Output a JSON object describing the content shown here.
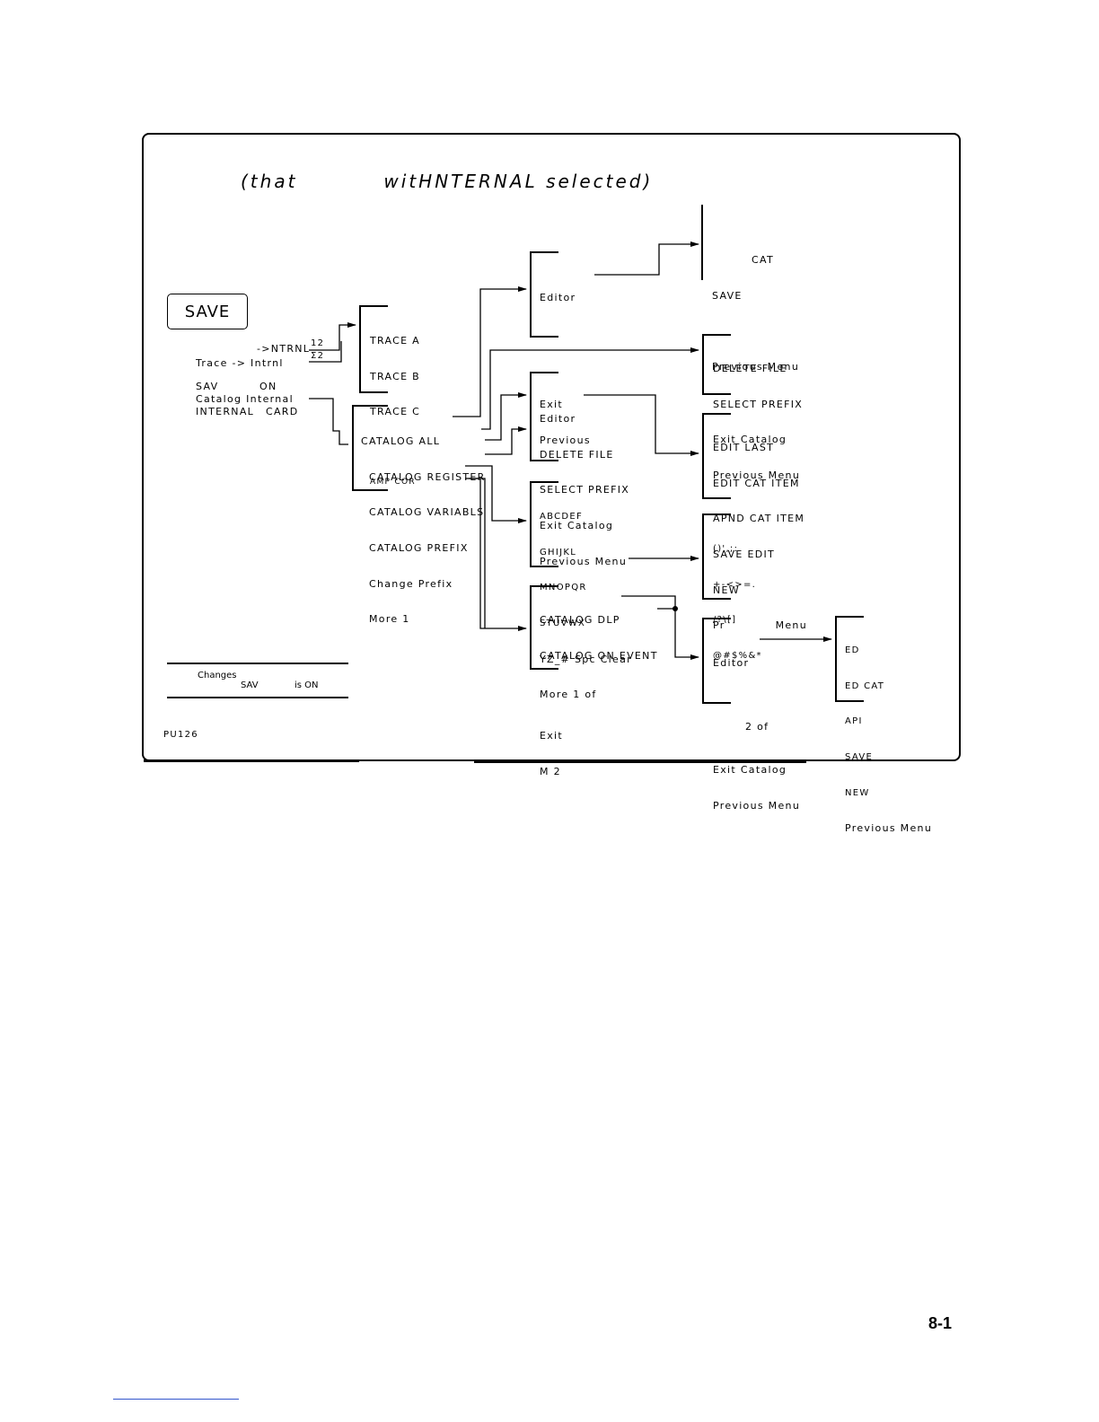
{
  "heading": {
    "left": "(that",
    "right": "witHNTERNAL selected)"
  },
  "save_key": "SAVE",
  "left_labels": [
    "->NTRNL",
    "Trace -> Intrnl",
    "SAV",
    "ON",
    "Catalog Internal",
    "INTERNAL",
    "CARD"
  ],
  "reg_numbers": [
    "12",
    "Σ2"
  ],
  "menus": {
    "trace": [
      "TRACE A",
      "TRACE B",
      "TRACE C",
      "",
      "AMP COR"
    ],
    "catalog": [
      "CATALOG ALL",
      "CATALOG REGISTER",
      "CATALOG VARIABLS",
      "CATALOG PREFIX",
      "Change Prefix",
      "More 1"
    ],
    "editor_top": [
      "Editor",
      "",
      "",
      "Exit",
      "Previous"
    ],
    "save_cat": [
      "CAT",
      "SAVE",
      "",
      "Previous Menu"
    ],
    "delete_file": [
      "DELETE FILE",
      "SELECT PREFIX",
      "Exit Catalog",
      "Previous Menu"
    ],
    "editor_mid": [
      "Editor",
      "DELETE FILE",
      "SELECT PREFIX",
      "Exit Catalog",
      "Previous Menu"
    ],
    "edit_last": [
      "EDIT LAST",
      "EDIT CAT ITEM",
      "APND CAT ITEM",
      "SAVE EDIT",
      "NEW",
      "Pr",
      "Menu"
    ],
    "alpha": [
      "ABCDEF",
      "GHIJKL",
      "MNOPQR",
      "STUVWX",
      "YZ_# Spc Clear",
      "More 1 of"
    ],
    "symbols": [
      "()',;:",
      "+-<>=.",
      "/?\\[]",
      "@#$%&*",
      "",
      "2 of"
    ],
    "more2": [
      "CATALOG DLP",
      "CATALOG ON EVENT",
      "",
      "Exit",
      "M 2"
    ],
    "editor_low": [
      "Editor",
      "",
      "",
      "Exit Catalog",
      "Previous Menu"
    ],
    "ed_final": [
      "ED",
      "ED CAT",
      "API",
      "SAVE",
      "NEW",
      "Previous Menu"
    ]
  },
  "legend": {
    "line1": "Changes",
    "line2a": "SAV",
    "line2b": "is ON"
  },
  "figure_id": "PU126",
  "page_number": "8-1"
}
